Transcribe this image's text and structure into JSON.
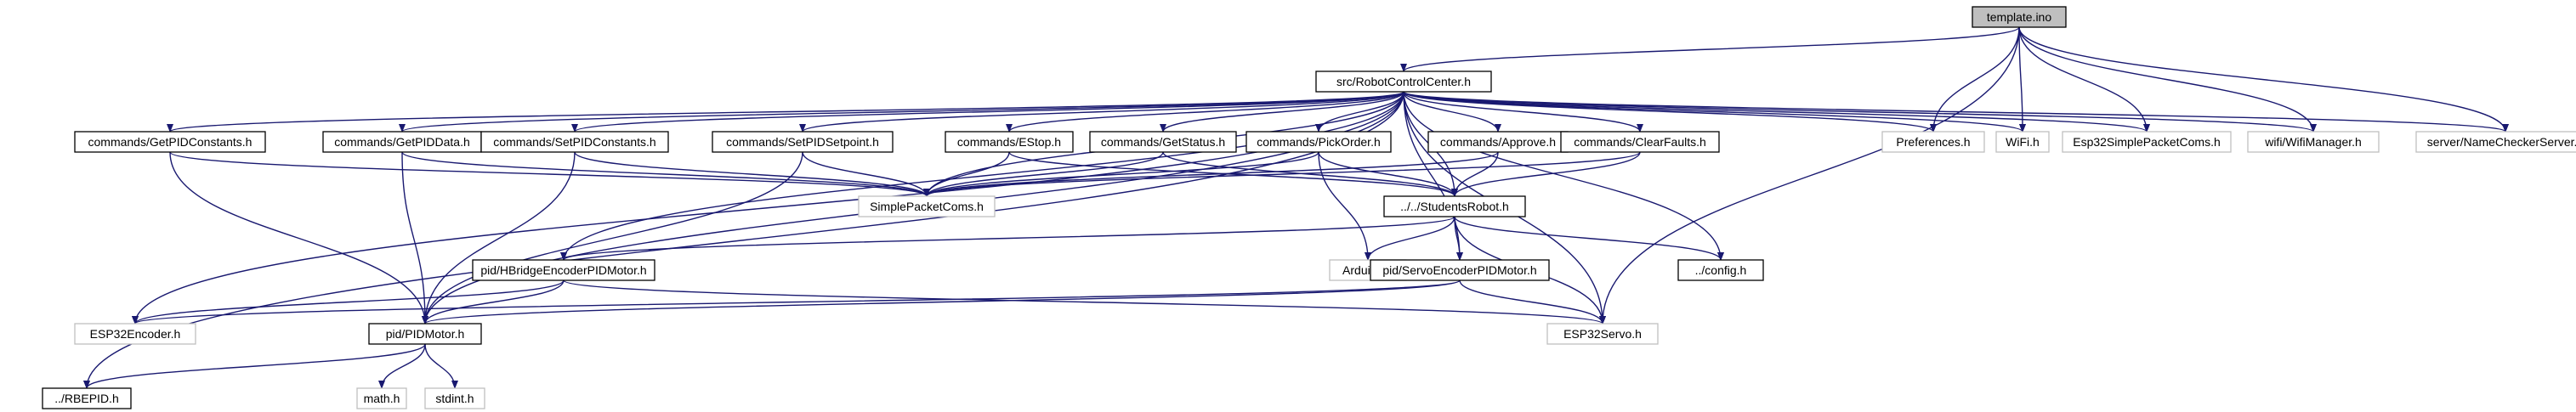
{
  "colors": {
    "edge": "#191970",
    "root_fill": "#bfbfbf",
    "box_stroke_strong": "#000000",
    "box_stroke_light": "#bfbfbf",
    "label_light": "#444444"
  },
  "nodes": [
    {
      "id": "template",
      "label": "template.ino",
      "style": "root"
    },
    {
      "id": "rcc",
      "label": "src/RobotControlCenter.h",
      "style": "strong"
    },
    {
      "id": "getpidconst",
      "label": "commands/GetPIDConstants.h",
      "style": "strong"
    },
    {
      "id": "getpiddata",
      "label": "commands/GetPIDData.h",
      "style": "strong"
    },
    {
      "id": "setpidconst",
      "label": "commands/SetPIDConstants.h",
      "style": "strong"
    },
    {
      "id": "setpidsetpoint",
      "label": "commands/SetPIDSetpoint.h",
      "style": "strong"
    },
    {
      "id": "estop",
      "label": "commands/EStop.h",
      "style": "strong"
    },
    {
      "id": "getstatus",
      "label": "commands/GetStatus.h",
      "style": "strong"
    },
    {
      "id": "pickorder",
      "label": "commands/PickOrder.h",
      "style": "strong"
    },
    {
      "id": "approve",
      "label": "commands/Approve.h",
      "style": "strong"
    },
    {
      "id": "clearfaults",
      "label": "commands/ClearFaults.h",
      "style": "strong"
    },
    {
      "id": "preferences",
      "label": "Preferences.h",
      "style": "light"
    },
    {
      "id": "wifi",
      "label": "WiFi.h",
      "style": "light"
    },
    {
      "id": "esp32spc",
      "label": "Esp32SimplePacketComs.h",
      "style": "light"
    },
    {
      "id": "wifimanager",
      "label": "wifi/WifiManager.h",
      "style": "light"
    },
    {
      "id": "namechecker",
      "label": "server/NameCheckerServer.h",
      "style": "light"
    },
    {
      "id": "spc",
      "label": "SimplePacketComs.h",
      "style": "light"
    },
    {
      "id": "studentsrobot",
      "label": "../../StudentsRobot.h",
      "style": "strong"
    },
    {
      "id": "hbridge",
      "label": "pid/HBridgeEncoderPIDMotor.h",
      "style": "strong"
    },
    {
      "id": "arduino",
      "label": "Arduino.h",
      "style": "light"
    },
    {
      "id": "servoenc",
      "label": "pid/ServoEncoderPIDMotor.h",
      "style": "strong"
    },
    {
      "id": "config",
      "label": "../config.h",
      "style": "strong"
    },
    {
      "id": "esp32encoder",
      "label": "ESP32Encoder.h",
      "style": "light"
    },
    {
      "id": "pidmotor",
      "label": "pid/PIDMotor.h",
      "style": "strong"
    },
    {
      "id": "esp32servo",
      "label": "ESP32Servo.h",
      "style": "light"
    },
    {
      "id": "rbepid",
      "label": "../RBEPID.h",
      "style": "strong"
    },
    {
      "id": "math",
      "label": "math.h",
      "style": "light"
    },
    {
      "id": "stdint",
      "label": "stdint.h",
      "style": "light"
    }
  ],
  "edges": [
    [
      "template",
      "rcc"
    ],
    [
      "template",
      "preferences"
    ],
    [
      "template",
      "wifi"
    ],
    [
      "template",
      "esp32spc"
    ],
    [
      "template",
      "wifimanager"
    ],
    [
      "template",
      "namechecker"
    ],
    [
      "template",
      "esp32servo"
    ],
    [
      "rcc",
      "getpidconst"
    ],
    [
      "rcc",
      "getpiddata"
    ],
    [
      "rcc",
      "setpidconst"
    ],
    [
      "rcc",
      "setpidsetpoint"
    ],
    [
      "rcc",
      "estop"
    ],
    [
      "rcc",
      "getstatus"
    ],
    [
      "rcc",
      "pickorder"
    ],
    [
      "rcc",
      "approve"
    ],
    [
      "rcc",
      "clearfaults"
    ],
    [
      "rcc",
      "preferences"
    ],
    [
      "rcc",
      "wifi"
    ],
    [
      "rcc",
      "esp32spc"
    ],
    [
      "rcc",
      "wifimanager"
    ],
    [
      "rcc",
      "namechecker"
    ],
    [
      "rcc",
      "spc"
    ],
    [
      "rcc",
      "studentsrobot"
    ],
    [
      "rcc",
      "hbridge"
    ],
    [
      "rcc",
      "servoenc"
    ],
    [
      "rcc",
      "config"
    ],
    [
      "rcc",
      "esp32encoder"
    ],
    [
      "rcc",
      "pidmotor"
    ],
    [
      "rcc",
      "esp32servo"
    ],
    [
      "rcc",
      "rbepid"
    ],
    [
      "getpidconst",
      "spc"
    ],
    [
      "getpidconst",
      "pidmotor"
    ],
    [
      "getpiddata",
      "spc"
    ],
    [
      "getpiddata",
      "pidmotor"
    ],
    [
      "setpidconst",
      "spc"
    ],
    [
      "setpidconst",
      "pidmotor"
    ],
    [
      "setpidsetpoint",
      "spc"
    ],
    [
      "setpidsetpoint",
      "pidmotor"
    ],
    [
      "estop",
      "spc"
    ],
    [
      "estop",
      "studentsrobot"
    ],
    [
      "getstatus",
      "spc"
    ],
    [
      "getstatus",
      "studentsrobot"
    ],
    [
      "pickorder",
      "spc"
    ],
    [
      "pickorder",
      "studentsrobot"
    ],
    [
      "pickorder",
      "arduino"
    ],
    [
      "approve",
      "spc"
    ],
    [
      "approve",
      "studentsrobot"
    ],
    [
      "clearfaults",
      "spc"
    ],
    [
      "clearfaults",
      "studentsrobot"
    ],
    [
      "studentsrobot",
      "hbridge"
    ],
    [
      "studentsrobot",
      "arduino"
    ],
    [
      "studentsrobot",
      "servoenc"
    ],
    [
      "studentsrobot",
      "config"
    ],
    [
      "studentsrobot",
      "esp32servo"
    ],
    [
      "hbridge",
      "esp32encoder"
    ],
    [
      "hbridge",
      "pidmotor"
    ],
    [
      "hbridge",
      "esp32servo"
    ],
    [
      "servoenc",
      "esp32encoder"
    ],
    [
      "servoenc",
      "pidmotor"
    ],
    [
      "servoenc",
      "esp32servo"
    ],
    [
      "pidmotor",
      "rbepid"
    ],
    [
      "pidmotor",
      "math"
    ],
    [
      "pidmotor",
      "stdint"
    ]
  ]
}
